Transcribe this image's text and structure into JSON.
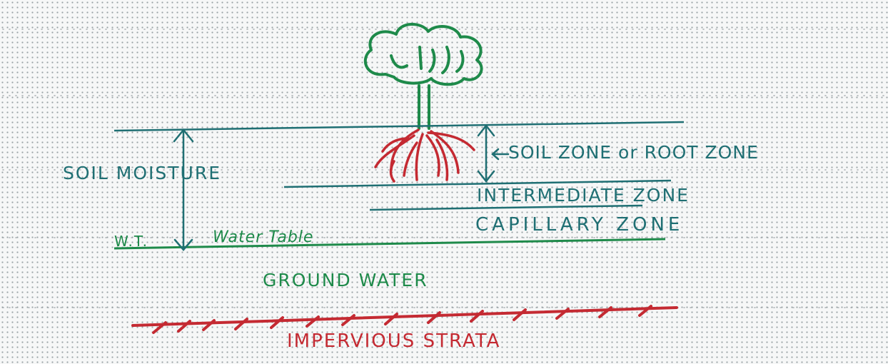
{
  "labels": {
    "soil_moisture": "SOIL MOISTURE",
    "soil_zone": "SOIL ZONE or ROOT ZONE",
    "intermediate_zone": "INTERMEDIATE ZONE",
    "capillary_zone": "CAPILLARY ZONE",
    "water_table_abbr": "W.T.",
    "water_table": "Water Table",
    "ground_water": "GROUND WATER",
    "impervious_strata": "IMPERVIOUS STRATA"
  },
  "colors": {
    "teal": "#1f6f73",
    "green": "#1e8a4a",
    "red": "#c42a32",
    "paper": "#f6f7f7"
  },
  "icons": {
    "tree": "tree-icon",
    "roots": "roots-icon"
  }
}
